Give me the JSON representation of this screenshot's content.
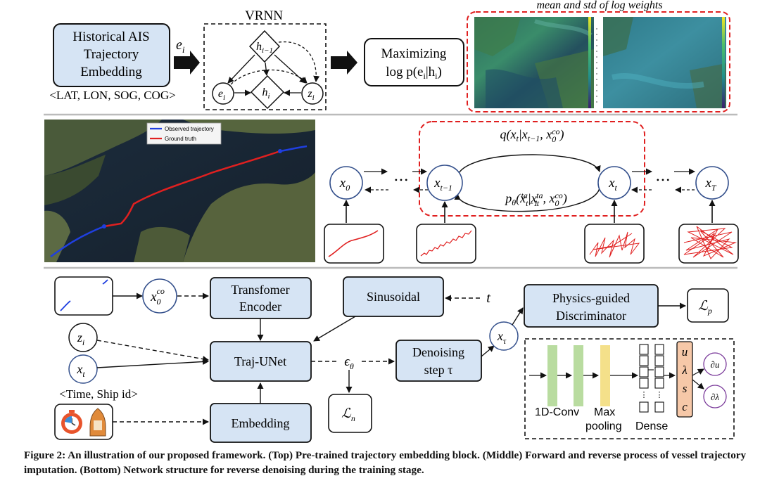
{
  "top": {
    "vrnn_title": "VRNN",
    "heatmap_title": "mean and std of log weights",
    "ais_box": [
      "Historical AIS",
      "Trajectory",
      "Embedding"
    ],
    "ais_features": "<LAT, LON, SOG, COG>",
    "edge_label": "e",
    "edge_label_sub": "i",
    "vrnn_nodes": {
      "h_prev": "h",
      "h_prev_sub": "i−1",
      "e": "e",
      "e_sub": "i",
      "h": "h",
      "h_sub": "i",
      "z": "z",
      "z_sub": "i"
    },
    "maximize_box": [
      "Maximizing",
      "log p(e",
      "i",
      "|h",
      "i",
      ")"
    ]
  },
  "middle": {
    "legend": [
      "Observed trajectory",
      "Ground truth"
    ],
    "legend_colors": [
      "#1f3fe0",
      "#e02020"
    ],
    "forward_label": {
      "a": "q(x",
      "b": "t",
      "c": "|x",
      "d": "t−1",
      "e": ", x",
      "f": "0",
      "g": "co",
      "h": ")"
    },
    "reverse_label": {
      "a": "p",
      "b": "θ",
      "c": "(x",
      "d": "t−1",
      "e": "ta",
      "f": "|x",
      "g": "t",
      "h": "ta",
      "i": ", x",
      "j": "0",
      "k": "co",
      "l": ")"
    },
    "nodes": [
      {
        "main": "x",
        "sub": "0"
      },
      {
        "main": "x",
        "sub": "t−1"
      },
      {
        "main": "x",
        "sub": "t"
      },
      {
        "main": "x",
        "sub": "T"
      }
    ],
    "dots": "• • •"
  },
  "bottom": {
    "x0co": {
      "main": "x",
      "sub": "0",
      "sup": "co"
    },
    "transformer": [
      "Transfomer",
      "Encoder"
    ],
    "sinusoidal": "Sinusoidal",
    "t_label": "t",
    "physics": [
      "Physics-guided",
      "Discriminator"
    ],
    "loss_p": {
      "main": "ℒ",
      "sub": "p"
    },
    "zi": {
      "main": "z",
      "sub": "i"
    },
    "xt": {
      "main": "x",
      "sub": "t"
    },
    "unet": "Traj-UNet",
    "eps": {
      "main": "ϵ",
      "sub": "θ"
    },
    "denoise": [
      "Denoising",
      "step τ"
    ],
    "x_tau": {
      "main": "x",
      "sub": "τ"
    },
    "loss_n": {
      "main": "ℒ",
      "sub": "n"
    },
    "time_ship": "<Time, Ship id>",
    "embedding": "Embedding",
    "net_labels": {
      "conv": "1D-Conv",
      "max": "Max",
      "pool": "pooling",
      "dense": "Dense"
    },
    "outputs": [
      "u",
      "λ",
      "s",
      "c"
    ],
    "partials": [
      "∂u",
      "∂λ"
    ]
  },
  "caption": "Figure 2: An illustration of our proposed framework. (Top) Pre-trained trajectory embedding block. (Middle) Forward and reverse process of vessel trajectory imputation. (Bottom) Network structure for reverse denoising during the training stage."
}
